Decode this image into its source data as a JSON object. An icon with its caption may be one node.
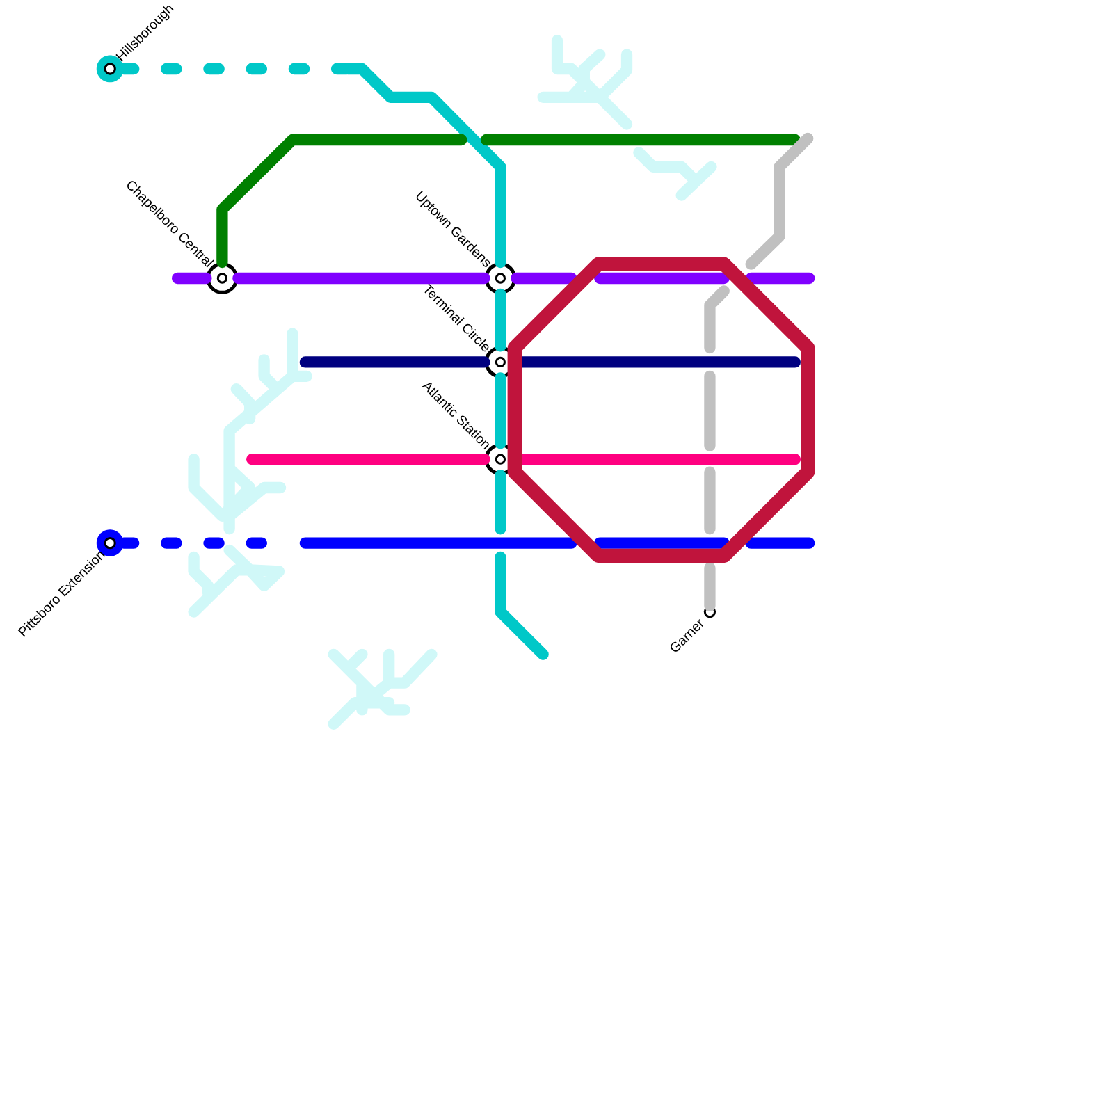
{
  "diagram": {
    "nodes": [
      {
        "text": [
          "Hillsborough"
        ]
      },
      {
        "text": [
          "Chapelboro Central"
        ]
      },
      {
        "text": [
          "Uptown Gardens"
        ]
      },
      {
        "text": [
          "Terminal Circle"
        ]
      },
      {
        "text": [
          "Atlantic Station"
        ]
      },
      {
        "text": [
          "Pittsboro Extension"
        ]
      },
      {
        "text": [
          "Garner"
        ]
      }
    ],
    "edges": [
      {
        "from": 0,
        "to": null,
        "arrow": "none",
        "style": "dashed",
        "color": "#00c8c8"
      },
      {
        "from": null,
        "to": 2,
        "arrow": "none",
        "color": "#00c8c8"
      },
      {
        "from": 2,
        "to": 3,
        "arrow": "none",
        "color": "#00c8c8"
      },
      {
        "from": 3,
        "to": 4,
        "arrow": "none",
        "color": "#00c8c8"
      },
      {
        "from": 4,
        "to": null,
        "arrow": "none",
        "color": "#00c8c8"
      },
      {
        "from": null,
        "to": 1,
        "arrow": "none",
        "color": "#8000ff"
      },
      {
        "from": 1,
        "to": 2,
        "arrow": "none",
        "color": "#8000ff"
      },
      {
        "from": 2,
        "to": null,
        "arrow": "none",
        "color": "#8000ff"
      },
      {
        "from": 1,
        "to": null,
        "arrow": "none",
        "color": "#008000"
      },
      {
        "from": null,
        "to": 3,
        "arrow": "none",
        "color": "#000080"
      },
      {
        "from": 3,
        "to": null,
        "arrow": "none",
        "color": "#000080"
      },
      {
        "from": null,
        "to": 4,
        "arrow": "none",
        "color": "#ff0080"
      },
      {
        "from": 4,
        "to": null,
        "arrow": "none",
        "color": "#ff0080"
      },
      {
        "from": 5,
        "to": null,
        "arrow": "none",
        "style": "dashed",
        "color": "#0000ff"
      },
      {
        "from": null,
        "to": 6,
        "arrow": "none",
        "color": "#c0c0c0"
      }
    ]
  }
}
